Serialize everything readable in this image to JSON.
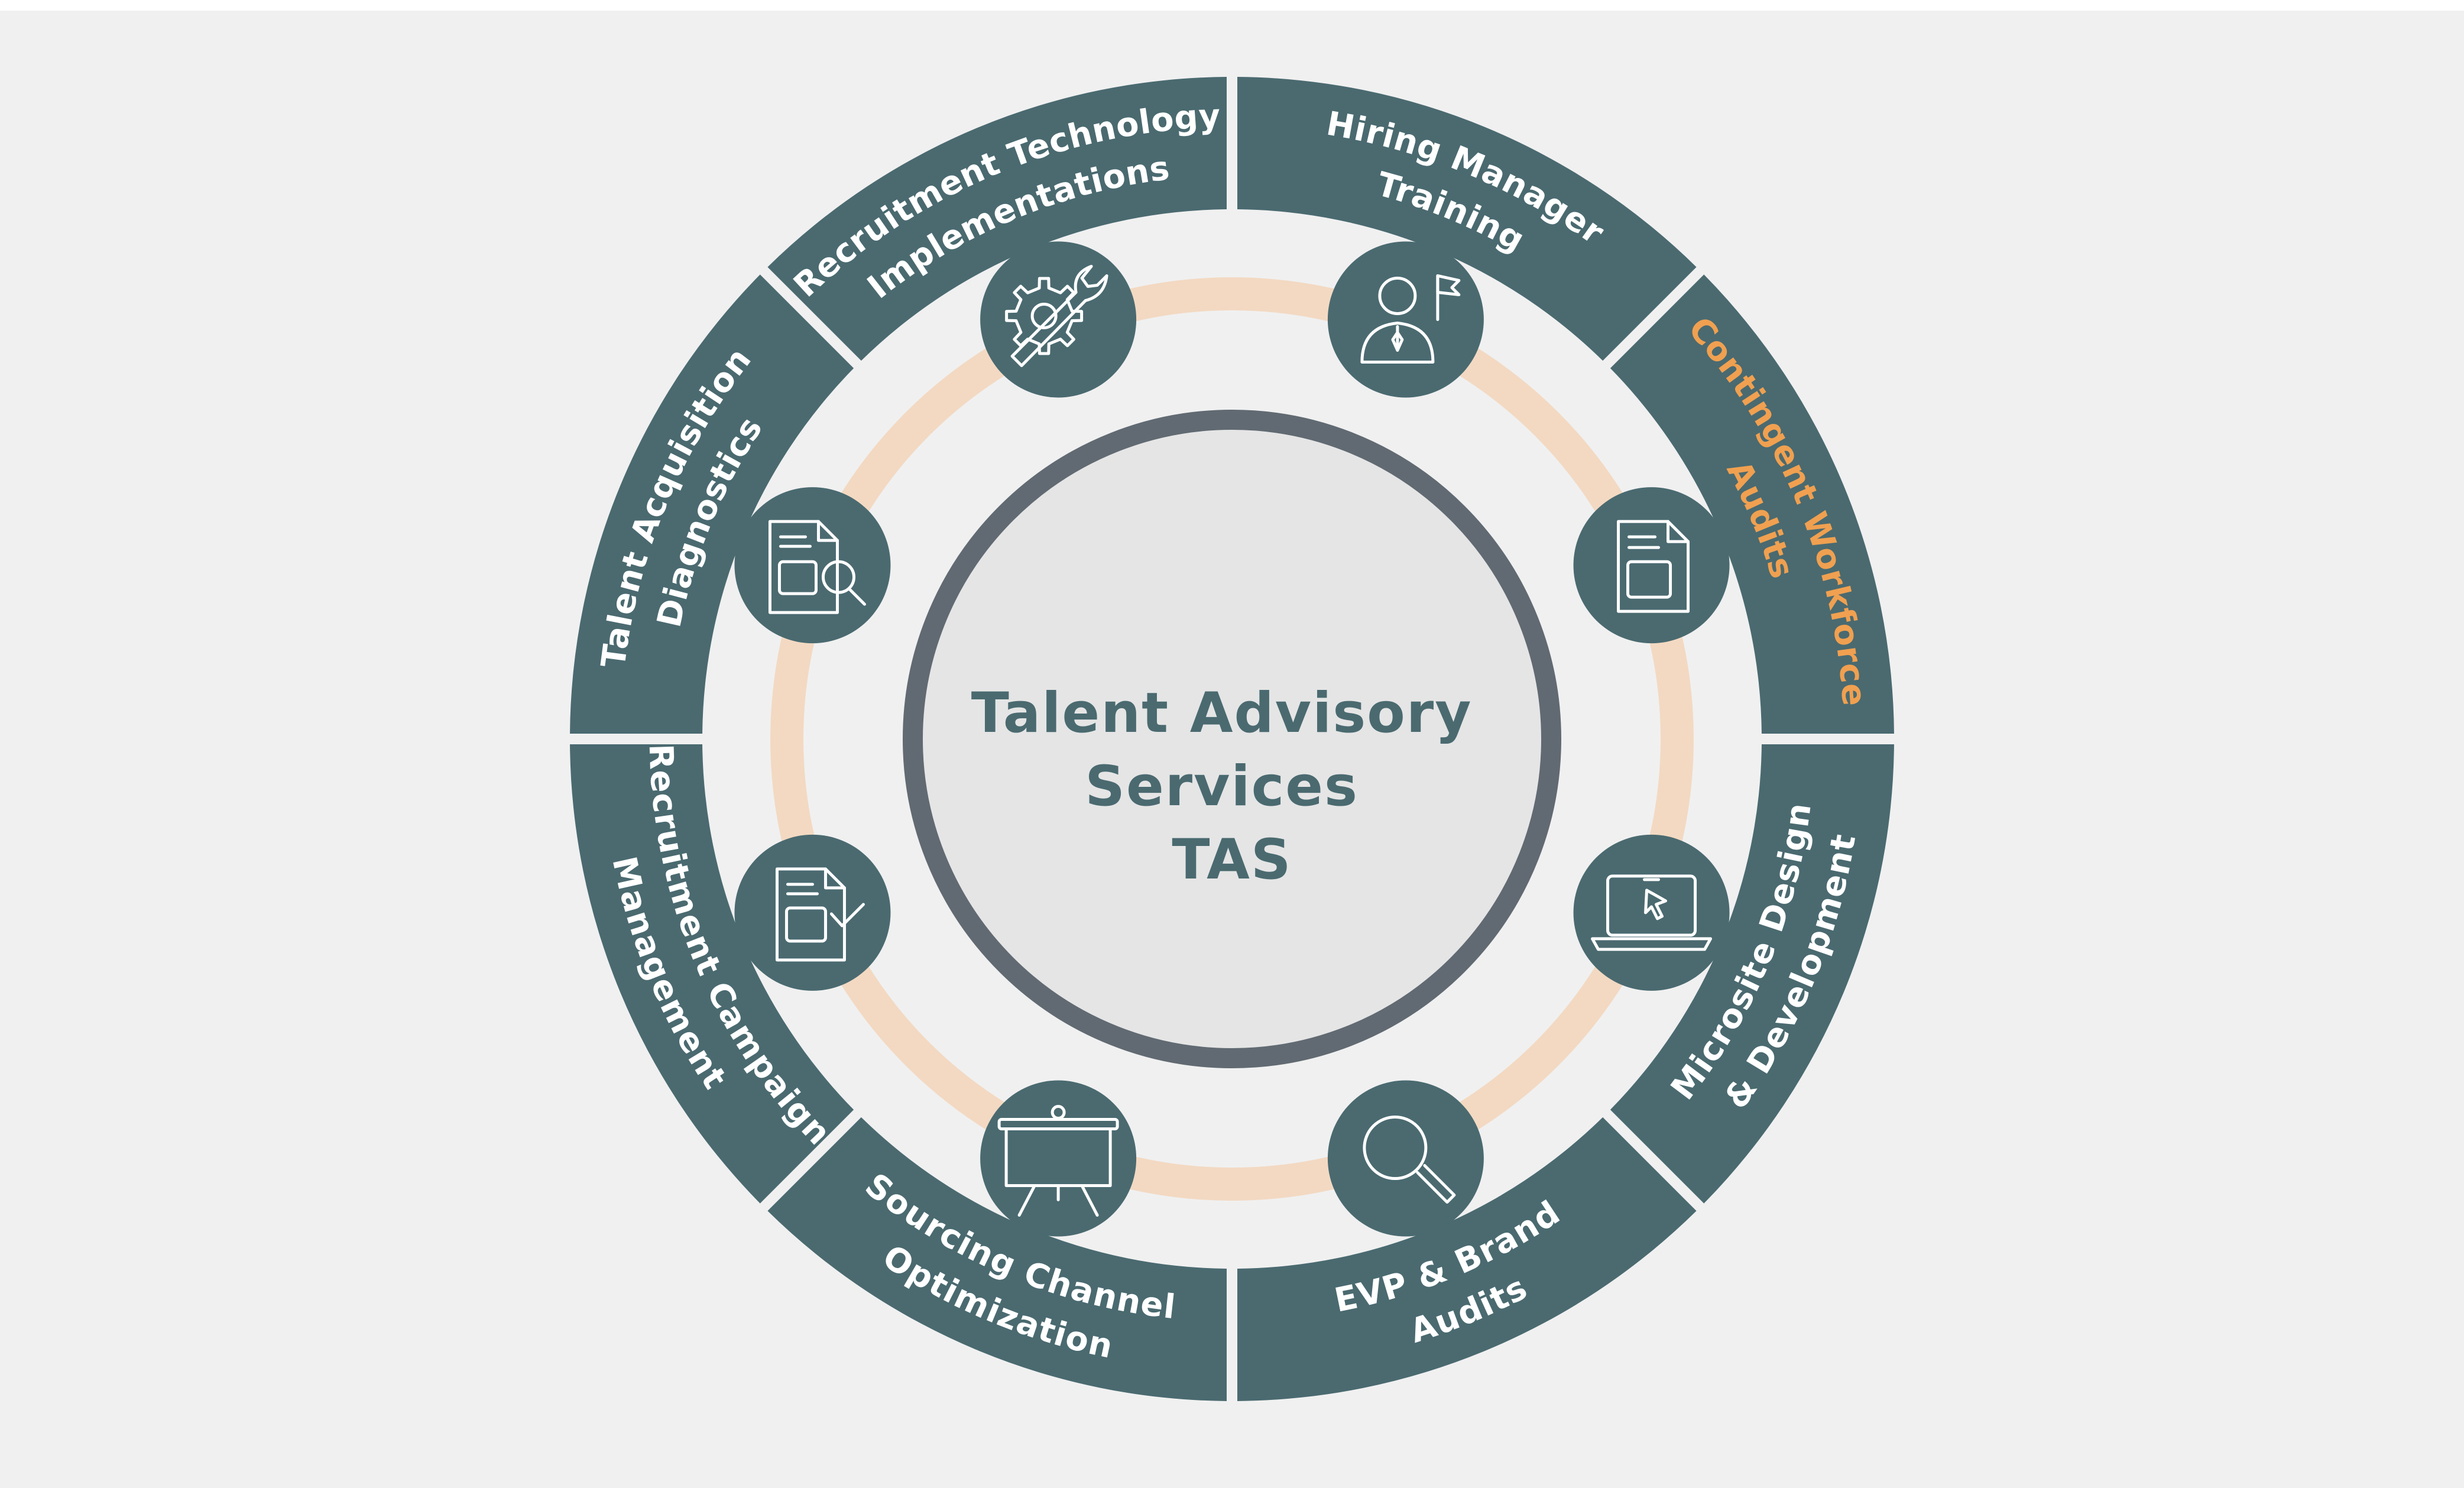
{
  "diagram": {
    "center": {
      "lines": [
        "Talent Advisory",
        "Services",
        "TAS"
      ]
    },
    "segments": [
      {
        "lines": [
          "Hiring Manager",
          "Training"
        ],
        "highlight": false
      },
      {
        "lines": [
          "Contingent Workforce",
          "Audits"
        ],
        "highlight": true
      },
      {
        "lines": [
          "Microsite Design",
          "& Development"
        ],
        "highlight": false
      },
      {
        "lines": [
          "EVP & Brand",
          "Audits"
        ],
        "highlight": false
      },
      {
        "lines": [
          "Sourcing Channel",
          "Optimization"
        ],
        "highlight": false
      },
      {
        "lines": [
          "Recruitment Campaign",
          "Management"
        ],
        "highlight": false
      },
      {
        "lines": [
          "Talent Acquisition",
          "Diagnostics"
        ],
        "highlight": false
      },
      {
        "lines": [
          "Recruitment Technology",
          "Implementations"
        ],
        "highlight": false
      }
    ],
    "icons": [
      "manager-with-flag-icon",
      "document-icon",
      "laptop-cursor-icon",
      "magnifier-icon",
      "presentation-board-icon",
      "document-check-icon",
      "document-search-icon",
      "gear-wrench-icon"
    ]
  },
  "colors": {
    "background": "#f0f0f0",
    "segment_fill": "#4a6a70",
    "segment_text": "#ffffff",
    "highlight_text": "#f0a050",
    "accent_ring": "#f3d9c2",
    "inner_ring": "#616a72",
    "center_fill": "#e5e5e5",
    "center_text": "#4a6a70",
    "icon_stroke": "#ffffff"
  }
}
